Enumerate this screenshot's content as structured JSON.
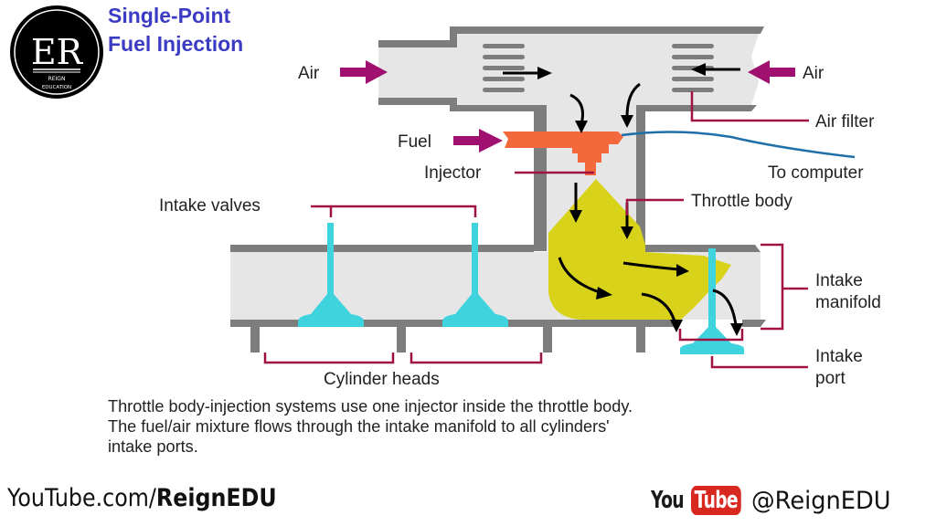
{
  "title": {
    "line1": "Single-Point",
    "line2": "Fuel Injection"
  },
  "logo": {
    "monogram": "ER",
    "line1": "REIGN",
    "line2": "EDUCATION"
  },
  "labels": {
    "air_left": "Air",
    "air_right": "Air",
    "air_filter": "Air filter",
    "fuel": "Fuel",
    "injector": "Injector",
    "to_computer": "To computer",
    "throttle_body": "Throttle body",
    "intake_valves": "Intake valves",
    "intake_manifold_line1": "Intake",
    "intake_manifold_line2": "manifold",
    "intake_port_line1": "Intake",
    "intake_port_line2": "port",
    "cylinder_heads": "Cylinder heads"
  },
  "caption": {
    "line1": "Throttle body-injection systems use one injector inside the throttle body.",
    "line2": "The fuel/air mixture flows through the intake manifold to all cylinders'",
    "line3": "intake ports."
  },
  "footer": {
    "url_prefix": "YouTube.com/",
    "url_channel": "ReignEDU",
    "yt_you": "You",
    "yt_tube": "Tube",
    "handle": "@ReignEDU"
  },
  "colors": {
    "title": "#3b3bc4",
    "wall": "#7d7d7d",
    "duct_fill": "#e6e6e6",
    "arrow_input": "#a0106e",
    "injector": "#f4693c",
    "mixture": "#d9d21a",
    "valve": "#3fd3de",
    "leader_line": "#a01340",
    "wire": "#1f6fa8",
    "youtube_red": "#d8281f"
  }
}
